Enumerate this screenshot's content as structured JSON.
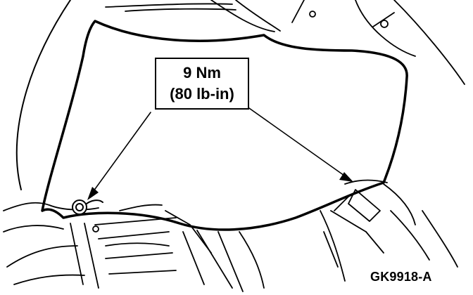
{
  "callout": {
    "torque_nm": "9 Nm",
    "torque_lbin": "(80 lb-in)"
  },
  "figure_id": "GK9918-A",
  "colors": {
    "line": "#000000",
    "background": "#ffffff"
  }
}
